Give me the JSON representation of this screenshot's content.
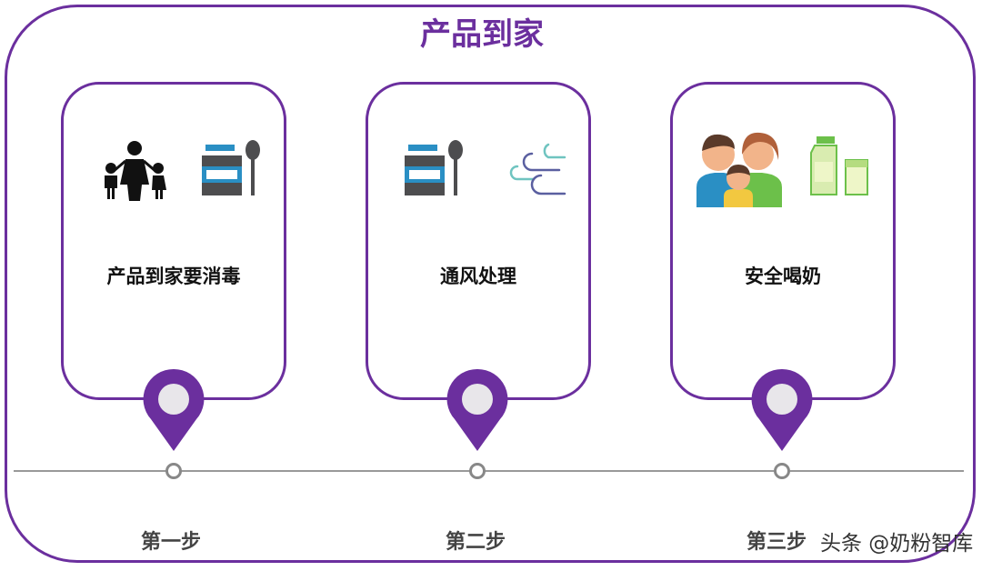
{
  "title": "产品到家",
  "cards": [
    {
      "label": "产品到家要消毒",
      "icons": [
        "family-icon",
        "formula-jar-spoon-icon"
      ]
    },
    {
      "label": "通风处理",
      "icons": [
        "formula-jar-spoon-icon",
        "wind-icon"
      ]
    },
    {
      "label": "安全喝奶",
      "icons": [
        "happy-family-icon",
        "milk-bottle-glass-icon"
      ]
    }
  ],
  "steps": [
    "第一步",
    "第二步",
    "第三步"
  ],
  "watermark": "头条 @奶粉智库",
  "colors": {
    "accent": "#6b2f9e",
    "jar_blue": "#2a8fc4",
    "jar_gray": "#4d4d4f"
  }
}
